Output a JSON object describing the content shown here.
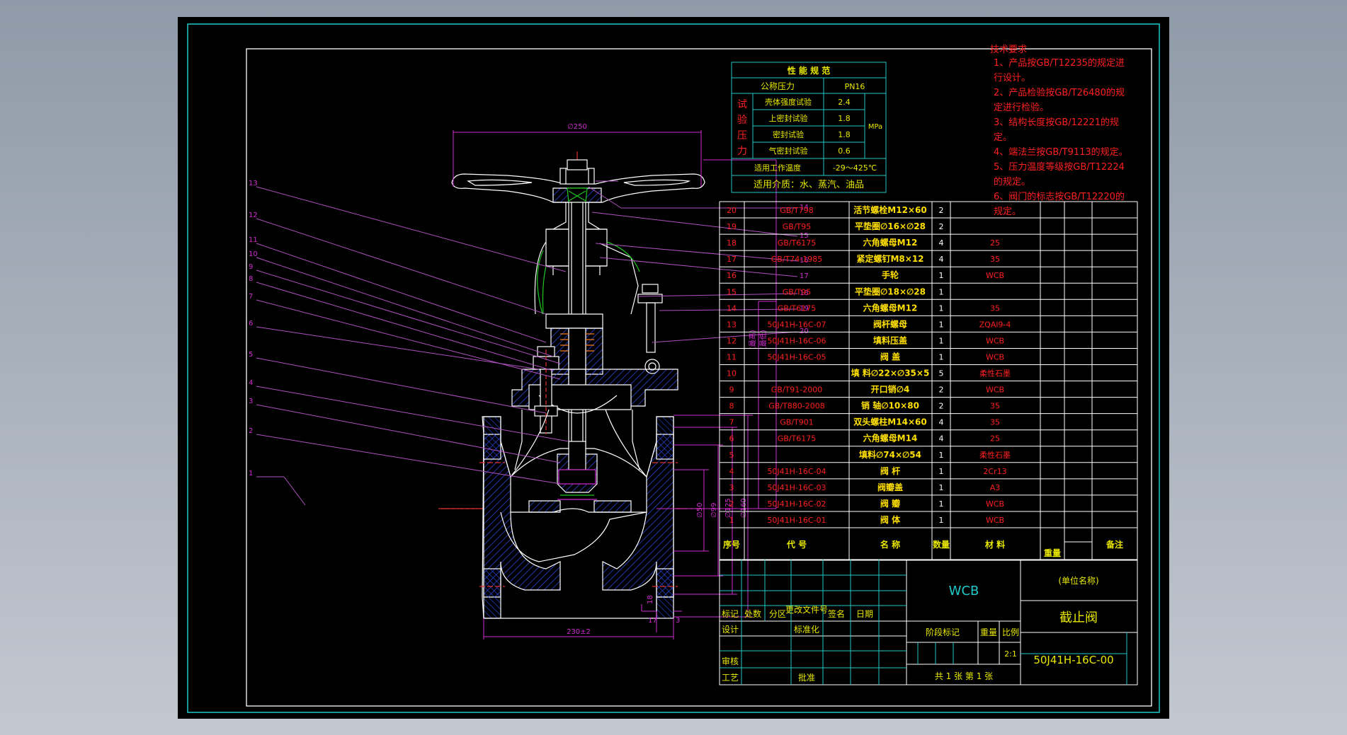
{
  "colors": {
    "border": "#1fc9c9",
    "line": "#ffffff",
    "red": "#ff2020",
    "magenta": "#d22cd2",
    "yellow": "#e8e800",
    "hatch": "#3048e0",
    "green": "#20c820",
    "leader": "#b050c0"
  },
  "performance": {
    "title": "性 能 规 范",
    "pressure_label": "公称压力",
    "pressure_value": "PN16",
    "side_label": [
      "试",
      "验",
      "压",
      "力"
    ],
    "rows": [
      {
        "label": "壳体强度试验",
        "value": "2.4"
      },
      {
        "label": "上密封试验",
        "value": "1.8"
      },
      {
        "label": "密封试验",
        "value": "1.8"
      },
      {
        "label": "气密封试验",
        "value": "0.6"
      }
    ],
    "unit": "MPa",
    "temp_label": "适用工作温度",
    "temp_value": "-29～425℃",
    "medium": "适用介质：水、蒸汽、油品"
  },
  "tech_requirements": {
    "title": "技术要求",
    "lines": [
      "1、产品按GB/T12235的规定进",
      "行设计。",
      "2、产品检验按GB/T26480的规",
      "定进行检验。",
      "3、结构长度按GB/12221的规",
      "定。",
      "4、端法兰按GB/T9113的规定。",
      "5、压力温度等级按GB/T12224",
      "的规定。",
      "6、阀门的标志按GB/T12220的",
      "规定。"
    ]
  },
  "bom": {
    "headers": {
      "no": "序号",
      "code": "代 号",
      "name": "名 称",
      "qty": "数量",
      "material": "材 料",
      "weight": "重量",
      "remark": "备注"
    },
    "rows": [
      {
        "no": "20",
        "code": "GB/T798",
        "name": "活节螺栓M12×60",
        "qty": "2",
        "material": ""
      },
      {
        "no": "19",
        "code": "GB/T95",
        "name": "平垫圈∅16×∅28",
        "qty": "2",
        "material": ""
      },
      {
        "no": "18",
        "code": "GB/T6175",
        "name": "六角螺母M12",
        "qty": "4",
        "material": "25"
      },
      {
        "no": "17",
        "code": "GB/T74-1985",
        "name": "紧定螺钉M8×12",
        "qty": "4",
        "material": "35"
      },
      {
        "no": "16",
        "code": "",
        "name": "手轮",
        "qty": "1",
        "material": "WCB"
      },
      {
        "no": "15",
        "code": "GB/T95",
        "name": "平垫圈∅18×∅28",
        "qty": "1",
        "material": ""
      },
      {
        "no": "14",
        "code": "GB/T6175",
        "name": "六角螺母M12",
        "qty": "1",
        "material": "35"
      },
      {
        "no": "13",
        "code": "50J41H-16C-07",
        "name": "阀杆螺母",
        "qty": "1",
        "material": "ZQAl9-4"
      },
      {
        "no": "12",
        "code": "50J41H-16C-06",
        "name": "填料压盖",
        "qty": "1",
        "material": "WCB"
      },
      {
        "no": "11",
        "code": "50J41H-16C-05",
        "name": "阀 盖",
        "qty": "1",
        "material": "WCB"
      },
      {
        "no": "10",
        "code": "",
        "name": "填 料∅22×∅35×5",
        "qty": "5",
        "material": "柔性石墨"
      },
      {
        "no": "9",
        "code": "GB/T91-2000",
        "name": "开口销∅4",
        "qty": "2",
        "material": "WCB"
      },
      {
        "no": "8",
        "code": "GB/T880-2008",
        "name": "销 轴∅10×80",
        "qty": "2",
        "material": "35"
      },
      {
        "no": "7",
        "code": "GB/T901",
        "name": "双头螺柱M14×60",
        "qty": "4",
        "material": "35"
      },
      {
        "no": "6",
        "code": "GB/T6175",
        "name": "六角螺母M14",
        "qty": "4",
        "material": "25"
      },
      {
        "no": "5",
        "code": "",
        "name": "填料∅74×∅54",
        "qty": "1",
        "material": "柔性石墨"
      },
      {
        "no": "4",
        "code": "50J41H-16C-04",
        "name": "阀 杆",
        "qty": "1",
        "material": "2Cr13"
      },
      {
        "no": "3",
        "code": "50J41H-16C-03",
        "name": "阀瓣盖",
        "qty": "1",
        "material": "A3"
      },
      {
        "no": "2",
        "code": "50J41H-16C-02",
        "name": "阀 瓣",
        "qty": "1",
        "material": "WCB"
      },
      {
        "no": "1",
        "code": "50J41H-16C-01",
        "name": "阀 体",
        "qty": "1",
        "material": "WCB"
      }
    ]
  },
  "title_block": {
    "material": "WCB",
    "company": "(单位名称)",
    "drawing_title": "截止阀",
    "drawing_number": "50J41H-16C-00",
    "labels": {
      "mark": "标记",
      "count": "处数",
      "zone": "分区",
      "change_doc": "更改文件号",
      "sign": "签名",
      "date": "日期",
      "design": "设计",
      "standardize": "标准化",
      "review": "审核",
      "process": "工艺",
      "approve": "批准",
      "stage": "阶段标记",
      "weight": "重量",
      "scale": "比例"
    },
    "scale": "2:1",
    "sheets": "共 1 张  第 1 张"
  },
  "drawing": {
    "handwheel_dim": "∅250",
    "dim_left_1": "(最高)",
    "dim_left_2": "(最低)",
    "length_dim": "230±2",
    "flange_dims": [
      "∅50",
      "∅99",
      "∅125",
      "∅160"
    ],
    "flange_small_dims": [
      "18",
      "17",
      "3"
    ],
    "left_labels": [
      "13",
      "12",
      "11",
      "10",
      "9",
      "8",
      "7",
      "6",
      "5",
      "4",
      "3",
      "2",
      "1"
    ],
    "right_labels": [
      "14",
      "15",
      "16",
      "17",
      "18",
      "19",
      "20"
    ]
  }
}
